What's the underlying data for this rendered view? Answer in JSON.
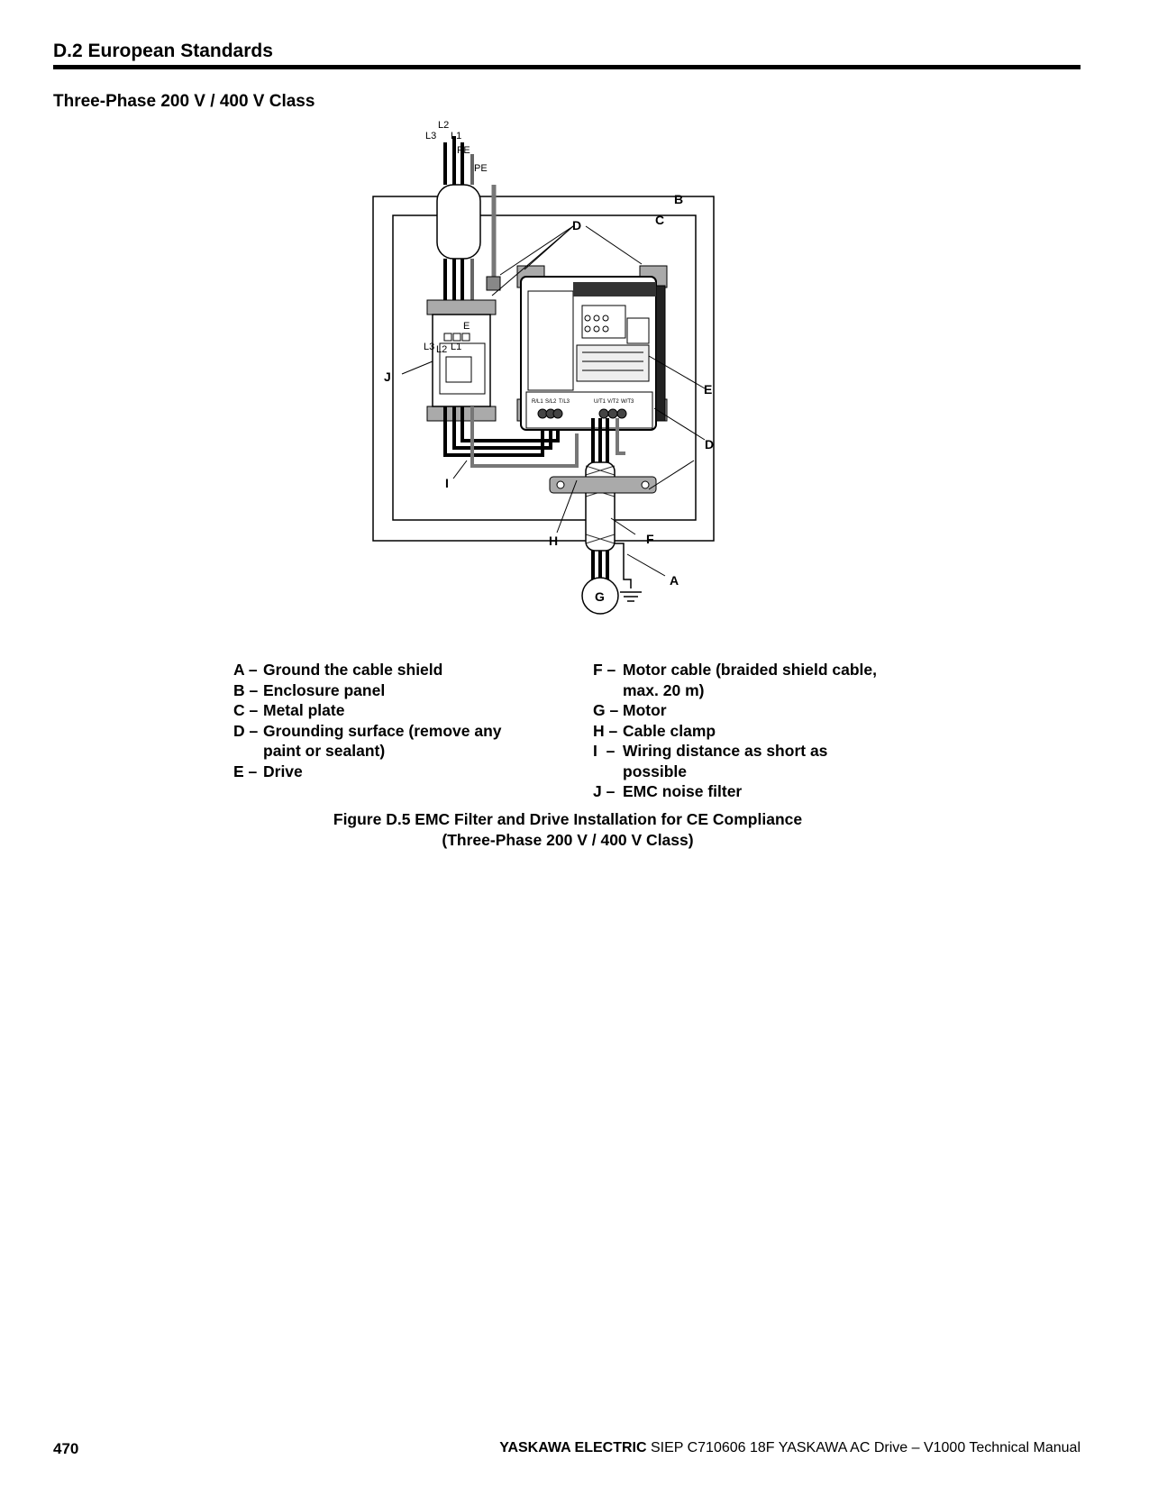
{
  "header": {
    "section_title": "D.2  European Standards"
  },
  "subheading": "Three-Phase 200 V / 400 V Class",
  "figure": {
    "labels": {
      "L1": "L1",
      "L2": "L2",
      "L3": "L3",
      "PE": "PE",
      "A": "A",
      "B": "B",
      "C": "C",
      "D": "D",
      "E": "E",
      "F": "F",
      "G": "G",
      "H": "H",
      "I": "I",
      "J": "J"
    },
    "terminals": [
      "R/L1",
      "S/L2",
      "T/L3",
      "U/T1",
      "V/T2",
      "W/T3"
    ]
  },
  "legend": {
    "left": [
      {
        "key": "A –",
        "text": "Ground the cable shield"
      },
      {
        "key": "B –",
        "text": "Enclosure panel"
      },
      {
        "key": "C –",
        "text": "Metal plate"
      },
      {
        "key": "D –",
        "text": "Grounding surface (remove any paint or sealant)"
      },
      {
        "key": "E –",
        "text": "Drive"
      }
    ],
    "right": [
      {
        "key": "F –",
        "text": "Motor cable (braided shield cable, max. 20 m)"
      },
      {
        "key": "G –",
        "text": "Motor"
      },
      {
        "key": "H –",
        "text": "Cable clamp"
      },
      {
        "key": "I  –",
        "text": "Wiring distance as short as possible"
      },
      {
        "key": "J –",
        "text": "EMC noise filter"
      }
    ]
  },
  "caption": {
    "line1": "Figure D.5  EMC Filter and Drive Installation for CE Compliance",
    "line2": "(Three-Phase 200 V / 400 V Class)"
  },
  "footer": {
    "page_number": "470",
    "brand": "YASKAWA ELECTRIC",
    "doc_title": " SIEP C710606 18F YASKAWA AC Drive – V1000 Technical Manual"
  }
}
